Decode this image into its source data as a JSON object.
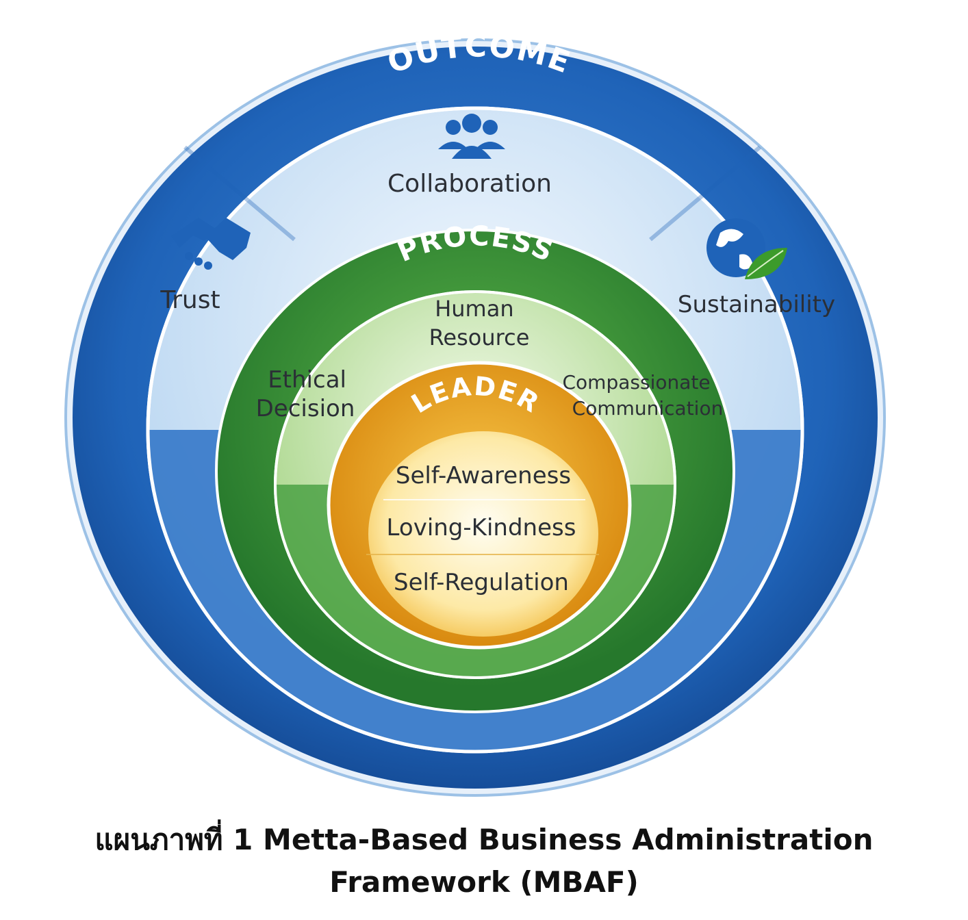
{
  "colors": {
    "outcome_ring": "#1f63b8",
    "outcome_band": "#d6e8f8",
    "process_ring": "#2f8a35",
    "process_band": "#cfe9b8",
    "leader_ring": "#e6a019",
    "leader_core": "#fff4c8",
    "label_text": "#2b2f36",
    "title_text": "#ffffff"
  },
  "outcome": {
    "title": "OUTCOME",
    "items": {
      "collaboration": "Collaboration",
      "trust": "Trust",
      "sustainability": "Sustainability"
    },
    "icons": {
      "collaboration": "people-group-icon",
      "trust": "handshake-icon",
      "sustainability": "globe-leaf-icon"
    }
  },
  "process": {
    "title": "PROCESS",
    "items": {
      "human_resource": [
        "Human",
        "Resource"
      ],
      "ethical_decision": [
        "Ethical",
        "Decision"
      ],
      "compassionate_communication": [
        "Compassionate",
        "Communication"
      ]
    }
  },
  "leader": {
    "title": "LEADER",
    "items": [
      "Self-Awareness",
      "Loving-Kindness",
      "Self-Regulation"
    ]
  },
  "caption": {
    "line1": "แผนภาพที่ 1 Metta-Based Business Administration",
    "line2": "Framework (MBAF)"
  }
}
